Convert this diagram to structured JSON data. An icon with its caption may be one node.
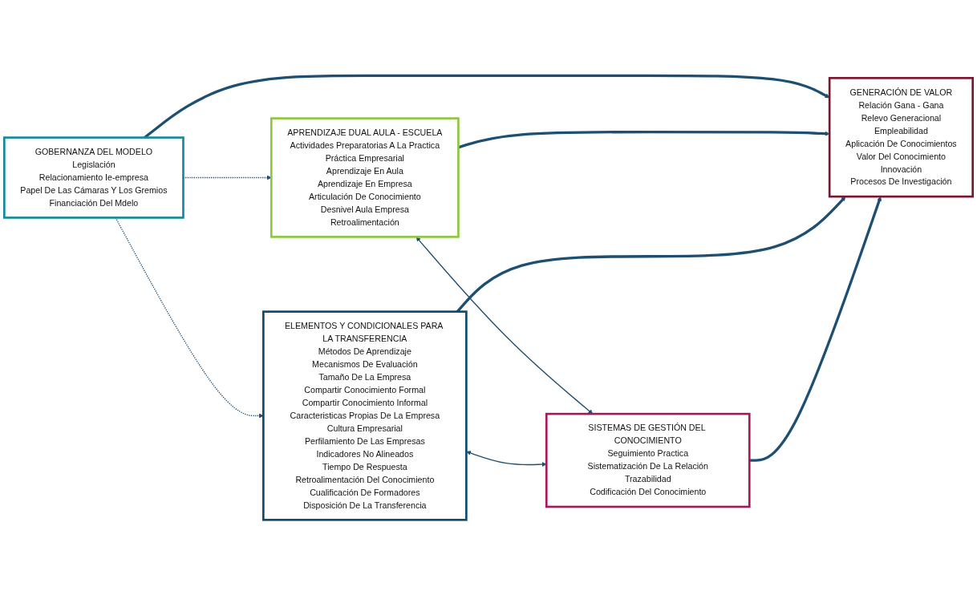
{
  "diagram": {
    "nodes": [
      {
        "text": [
          "GOBERNANZA DEL MODELO",
          "Legislación",
          "Relacionamiento Ie-empresa",
          "Papel De Las Cámaras Y Los Gremios",
          "Financiación Del Mdelo"
        ]
      },
      {
        "text": [
          "APRENDIZAJE DUAL AULA - ESCUELA",
          "Actividades Preparatorias A La Practica",
          "Práctica Empresarial",
          "Aprendizaje En Aula",
          "Aprendizaje En Empresa",
          "Articulación De Conocimiento",
          "Desnivel Aula Empresa",
          "Retroalimentación"
        ]
      },
      {
        "text": [
          "GENERACIÓN DE VALOR",
          "Relación Gana - Gana",
          "Relevo Generacional",
          "Empleabilidad",
          "Aplicación De Conocimientos",
          "Valor Del Conocimiento",
          "Innovación",
          "Procesos De Investigación"
        ]
      },
      {
        "text": [
          "ELEMENTOS Y CONDICIONALES PARA LA TRANSFERENCIA",
          "Métodos De Aprendizaje",
          "Mecanismos De Evaluación",
          "Tamaño De La Empresa",
          "Compartir Conocimiento Formal",
          "Compartir Conocimiento Informal",
          "Caracteristicas Propias De La Empresa",
          "Cultura Empresarial",
          "Perfilamiento De Las Empresas",
          "Indicadores No Alineados",
          "Tiempo De Respuesta",
          "Retroalimentación Del Conocimiento",
          "Cualificación De Formadores",
          "Disposición De La Transferencia"
        ]
      },
      {
        "text": [
          "SISTEMAS DE GESTIÓN DEL CONOCIMIENTO",
          "Seguimiento Practica",
          "Sistematización De La Relación",
          "Trazabilidad",
          "Codificación Del Conocimiento"
        ]
      }
    ],
    "edges": [
      {
        "from": 0,
        "to": 1,
        "arrow": "to",
        "style": "dashed"
      },
      {
        "from": 0,
        "to": 3,
        "arrow": "to",
        "style": "dashed"
      },
      {
        "from": 0,
        "to": 2,
        "arrow": "to",
        "style": "thick"
      },
      {
        "from": 1,
        "to": 2,
        "arrow": "to",
        "style": "thick"
      },
      {
        "from": 1,
        "to": 4,
        "arrow": "both"
      },
      {
        "from": 3,
        "to": 2,
        "arrow": "to",
        "style": "thick"
      },
      {
        "from": 4,
        "to": 2,
        "arrow": "to",
        "style": "thick"
      },
      {
        "from": 3,
        "to": 4,
        "arrow": "both"
      }
    ]
  }
}
